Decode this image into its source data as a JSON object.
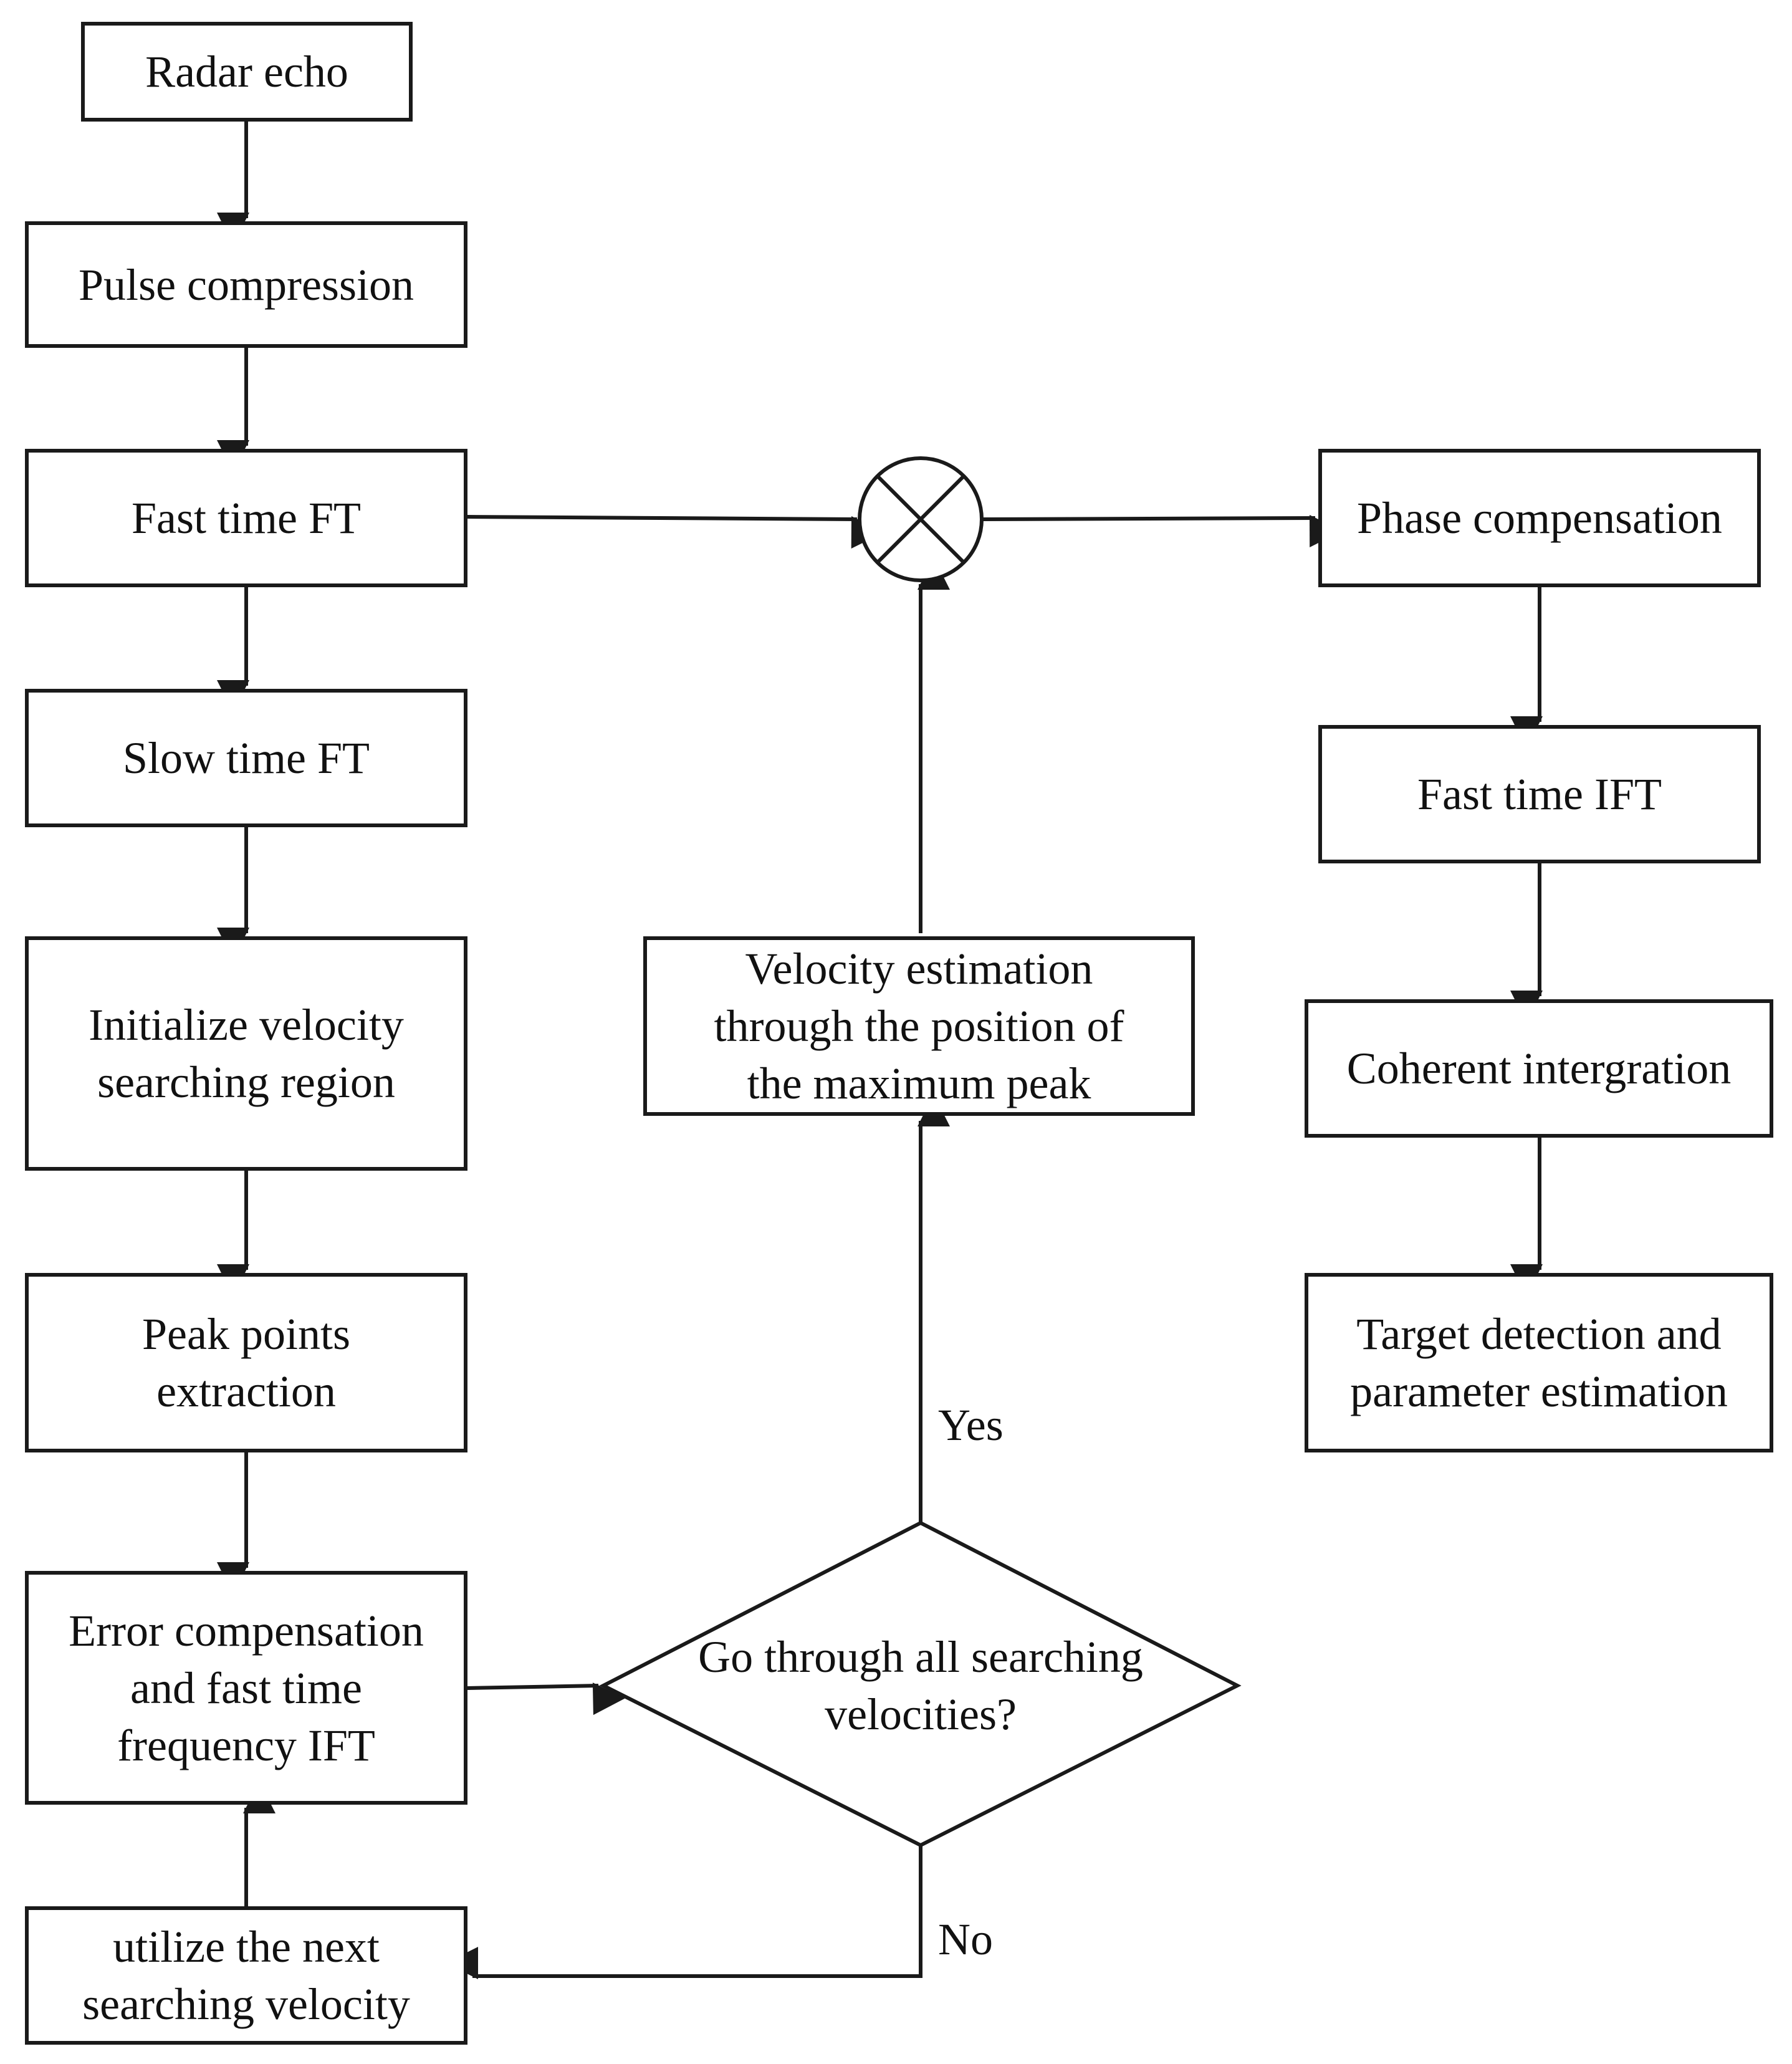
{
  "nodes": {
    "radar_echo": "Radar echo",
    "pulse_compression": "Pulse compression",
    "fast_time_ft": "Fast time FT",
    "slow_time_ft": "Slow time FT",
    "initialize_velocity": "Initialize velocity\nsearching region",
    "peak_points": "Peak points\nextraction",
    "error_compensation": "Error compensation\nand fast time\nfrequency IFT",
    "next_velocity": "utilize the next\nsearching velocity",
    "decision": "Go through all searching\nvelocities?",
    "velocity_estimation": "Velocity estimation\nthrough the position of\nthe maximum peak",
    "phase_compensation": "Phase compensation",
    "fast_time_ift": "Fast time IFT",
    "coherent_integration": "Coherent intergration",
    "target_detection": "Target detection and\nparameter estimation"
  },
  "edge_labels": {
    "yes": "Yes",
    "no": "No"
  },
  "colors": {
    "stroke": "#1a1a1a",
    "text": "#111111",
    "background": "#ffffff"
  },
  "icons": {
    "multiplier": "multiplier-circle-icon"
  }
}
